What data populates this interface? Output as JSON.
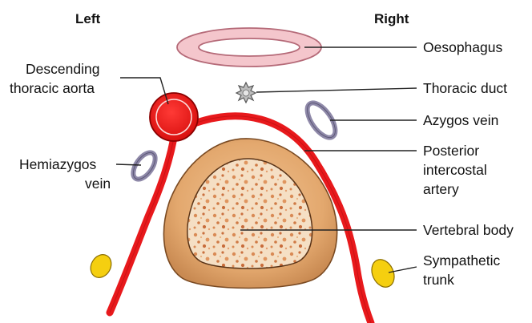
{
  "headers": {
    "left": "Left",
    "right": "Right"
  },
  "labels": {
    "oesophagus": "Oesophagus",
    "thoracic_duct": "Thoracic duct",
    "azygos_vein": "Azygos vein",
    "posterior_intercostal_artery": [
      "Posterior",
      "intercostal",
      "artery"
    ],
    "vertebral_body": "Vertebral body",
    "sympathetic_trunk": [
      "Sympathetic",
      "trunk"
    ],
    "descending_thoracic_aorta": [
      "Descending",
      "thoracic aorta"
    ],
    "hemiazygos_vein": [
      "Hemiazygos",
      "vein"
    ]
  },
  "colors": {
    "artery_red": "#e8191c",
    "vein_outline": "#8e88a8",
    "oesophagus_pink": "#f4c6cc",
    "vertebra_tan": "#e0a56d",
    "marrow": "#f3dcc0",
    "sympathetic_yellow": "#f5cf10",
    "leader_line": "#222222"
  }
}
